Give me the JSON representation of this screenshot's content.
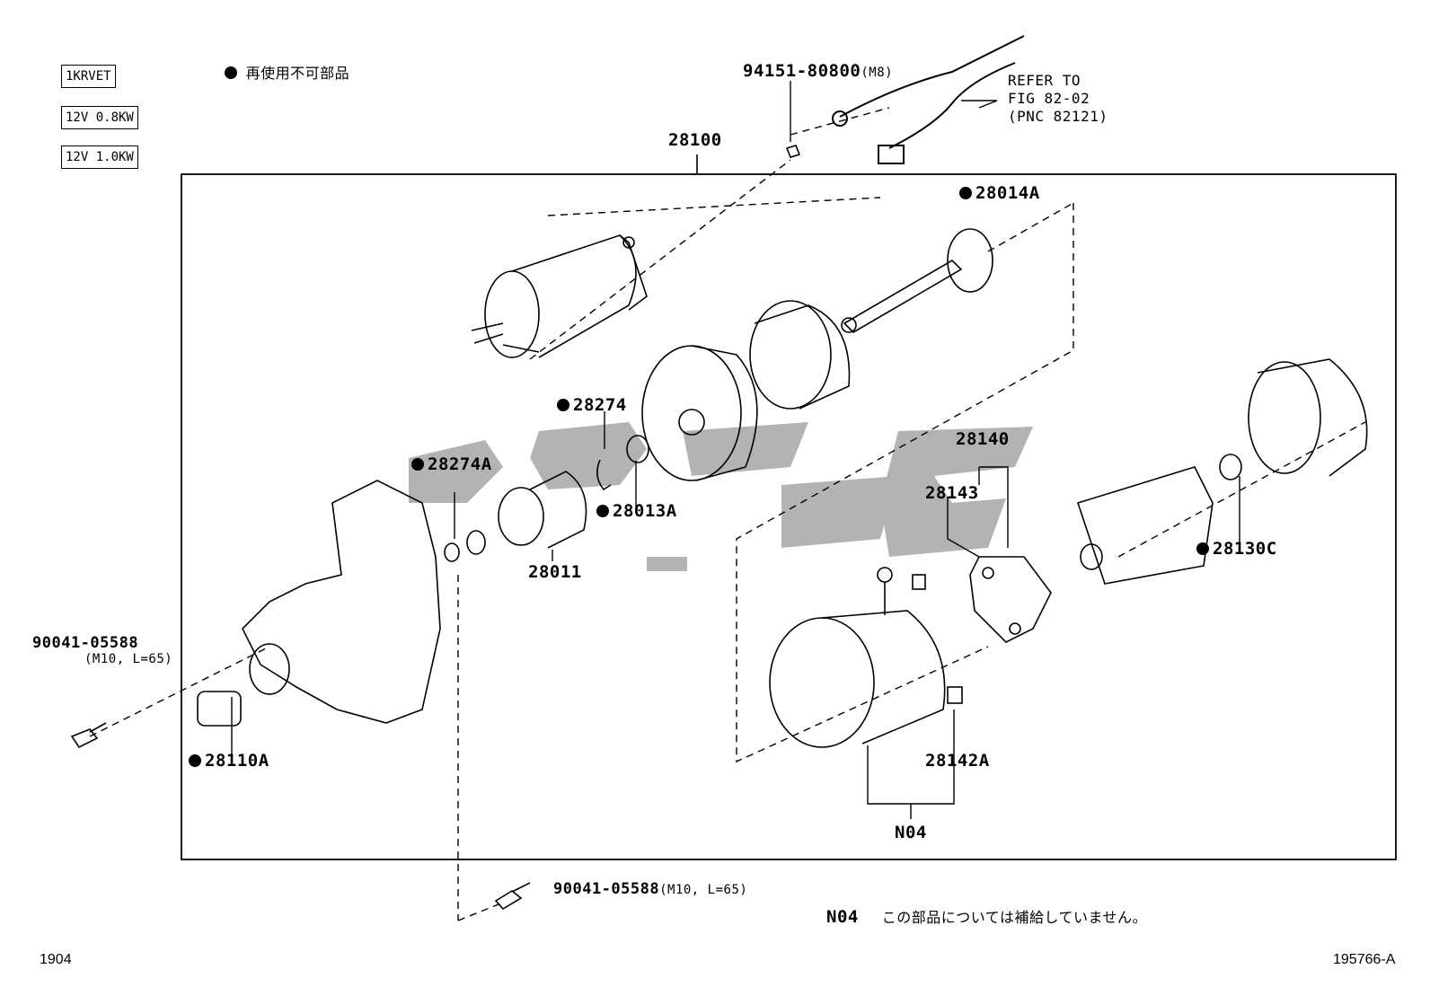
{
  "spec_boxes": [
    "1KRVET",
    "12V 0.8KW",
    "12V 1.0KW"
  ],
  "legend": {
    "marker_note": "再使用不可部品"
  },
  "parts": {
    "assembly": "28100",
    "bolt_top": "94151-80800",
    "bolt_top_note": "(M8)",
    "refer": [
      "REFER TO",
      "FIG 82-02",
      "(PNC 82121)"
    ],
    "p28014A": "28014A",
    "p28274": "28274",
    "p28274A": "28274A",
    "p28013A": "28013A",
    "p28011": "28011",
    "p28140": "28140",
    "p28143": "28143",
    "p28130C": "28130C",
    "p28142A": "28142A",
    "pN04": "N04",
    "p28110A": "28110A",
    "bolt_left": "90041-05588",
    "bolt_left_note": "(M10, L=65)",
    "bolt_bottom": "90041-05588",
    "bolt_bottom_note": "(M10, L=65)"
  },
  "footnote": {
    "code": "N04",
    "text": "この部品については補給していません。"
  },
  "footer": {
    "left": "1904",
    "right": "195766-A"
  }
}
